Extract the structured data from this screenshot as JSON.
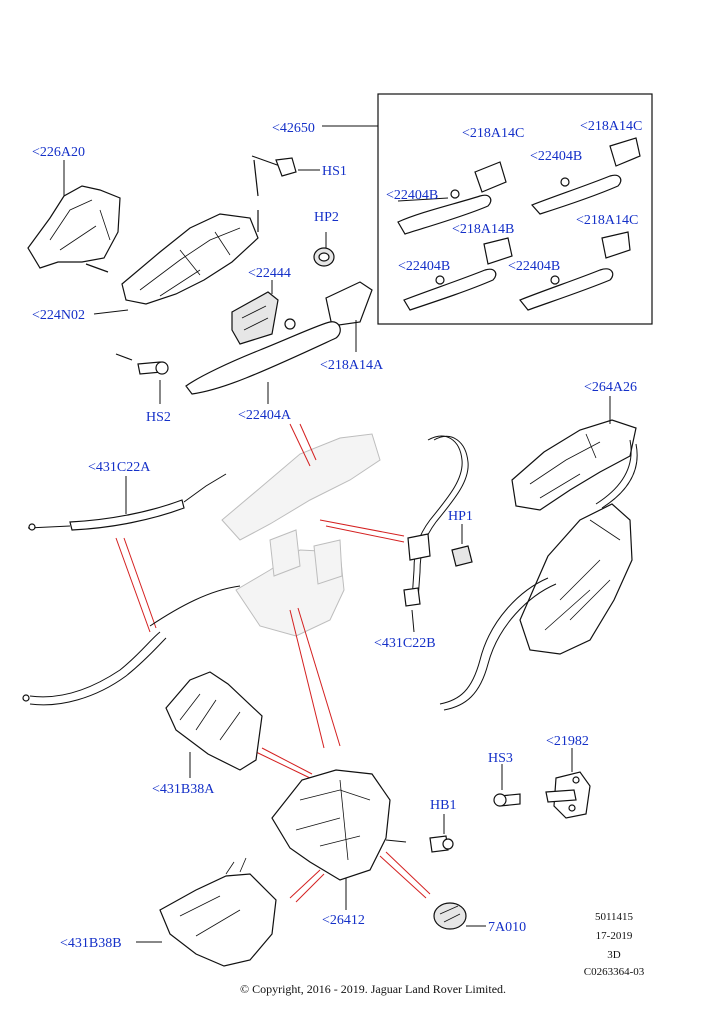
{
  "callouts": [
    {
      "id": "c_42650",
      "text": "<42650"
    },
    {
      "id": "c_226A20",
      "text": "<226A20"
    },
    {
      "id": "c_HS1",
      "text": "HS1"
    },
    {
      "id": "c_HP2",
      "text": "HP2"
    },
    {
      "id": "c_22444",
      "text": "<22444"
    },
    {
      "id": "c_224N02",
      "text": "<224N02"
    },
    {
      "id": "c_218A14A",
      "text": "<218A14A"
    },
    {
      "id": "c_HS2",
      "text": "HS2"
    },
    {
      "id": "c_22404A",
      "text": "<22404A"
    },
    {
      "id": "c_218A14C_1",
      "text": "<218A14C"
    },
    {
      "id": "c_218A14C_2",
      "text": "<218A14C"
    },
    {
      "id": "c_22404B_1",
      "text": "<22404B"
    },
    {
      "id": "c_22404B_2",
      "text": "<22404B"
    },
    {
      "id": "c_218A14B",
      "text": "<218A14B"
    },
    {
      "id": "c_218A14C_3",
      "text": "<218A14C"
    },
    {
      "id": "c_22404B_3",
      "text": "<22404B"
    },
    {
      "id": "c_22404B_4",
      "text": "<22404B"
    },
    {
      "id": "c_264A26",
      "text": "<264A26"
    },
    {
      "id": "c_431C22A",
      "text": "<431C22A"
    },
    {
      "id": "c_HP1",
      "text": "HP1"
    },
    {
      "id": "c_431C22B",
      "text": "<431C22B"
    },
    {
      "id": "c_431B38A",
      "text": "<431B38A"
    },
    {
      "id": "c_21982",
      "text": "<21982"
    },
    {
      "id": "c_HS3",
      "text": "HS3"
    },
    {
      "id": "c_HB1",
      "text": "HB1"
    },
    {
      "id": "c_26412",
      "text": "<26412"
    },
    {
      "id": "c_7A010",
      "text": "7A010"
    },
    {
      "id": "c_431B38B",
      "text": "<431B38B"
    }
  ],
  "meta": {
    "line1": "5011415",
    "line2": "17-2019",
    "line3": "3D",
    "line4": "C0263364-03"
  },
  "copyright": "© Copyright, 2016 - 2019. Jaguar Land Rover Limited.",
  "colors": {
    "callout": "#1430c8",
    "leader_red": "#d42020"
  }
}
